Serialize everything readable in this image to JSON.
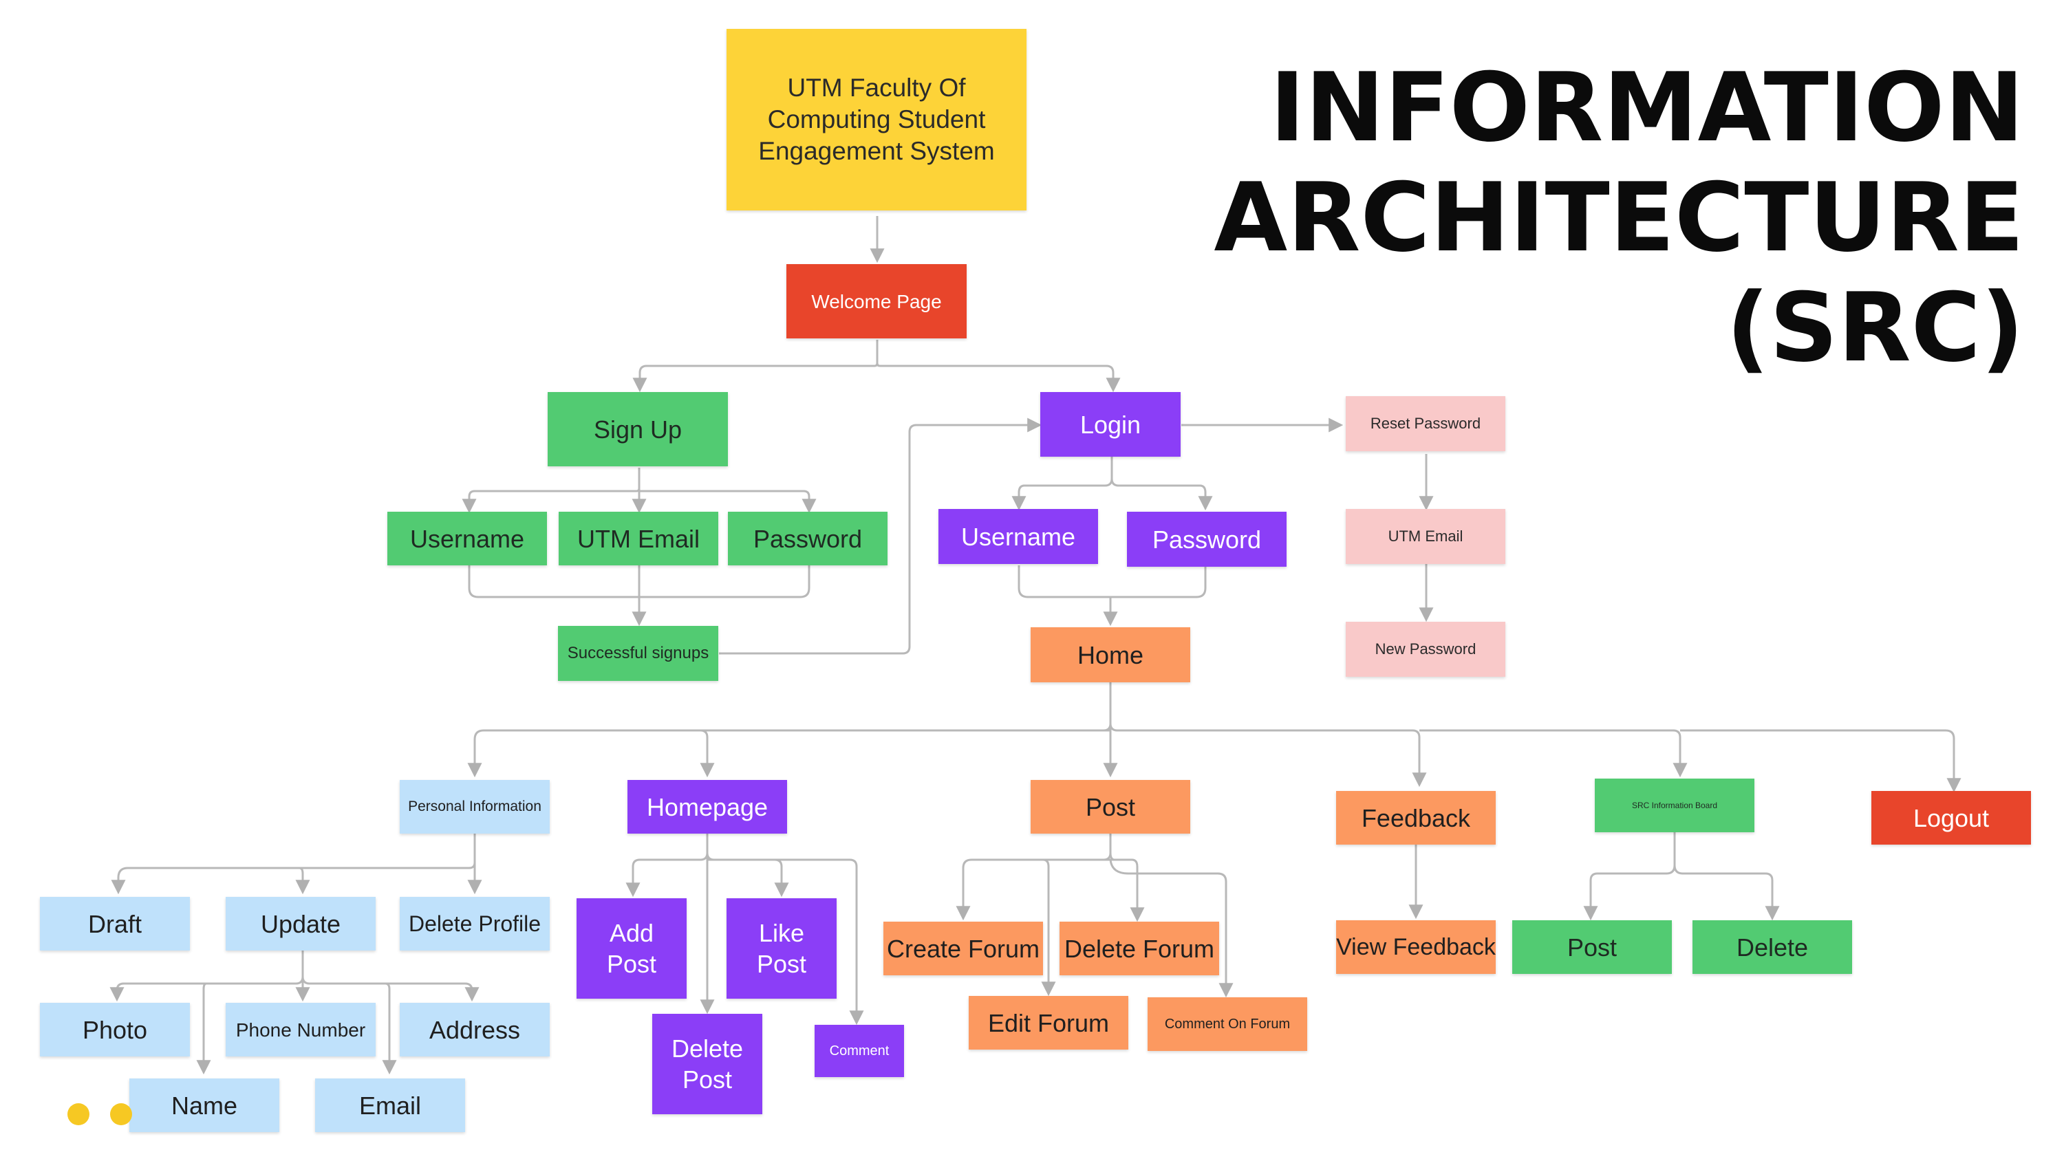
{
  "title": {
    "line1": "INFORMATION",
    "line2": "ARCHITECTURE",
    "line3": "(SRC)"
  },
  "colors": {
    "yellow": "#fdd338",
    "red": "#e8452b",
    "green": "#52cb72",
    "purple": "#8b3ef7",
    "pink": "#f9c9c9",
    "orange": "#fc9960",
    "light_blue": "#bfe1fb",
    "connector": "#b8b8b8",
    "dots": "#f6c823"
  },
  "nodes": {
    "root": "UTM Faculty Of\nComputing Student\nEngagement System",
    "welcome": "Welcome Page",
    "signup": "Sign Up",
    "signup_username": "Username",
    "signup_email": "UTM Email",
    "signup_password": "Password",
    "successful_signups": "Successful signups",
    "login": "Login",
    "login_username": "Username",
    "login_password": "Password",
    "reset_password": "Reset Password",
    "reset_email": "UTM Email",
    "new_password": "New Password",
    "home": "Home",
    "personal_info": "Personal Information",
    "homepage": "Homepage",
    "post": "Post",
    "feedback": "Feedback",
    "src_board": "SRC Information Board",
    "logout": "Logout",
    "draft": "Draft",
    "update": "Update",
    "delete_profile": "Delete Profile",
    "photo": "Photo",
    "phone": "Phone Number",
    "address": "Address",
    "name": "Name",
    "email": "Email",
    "add_post": "Add\nPost",
    "like_post": "Like\nPost",
    "delete_post": "Delete\nPost",
    "comment": "Comment",
    "create_forum": "Create Forum",
    "delete_forum": "Delete Forum",
    "edit_forum": "Edit Forum",
    "comment_forum": "Comment On Forum",
    "view_feedback": "View Feedback",
    "board_post": "Post",
    "board_delete": "Delete"
  }
}
